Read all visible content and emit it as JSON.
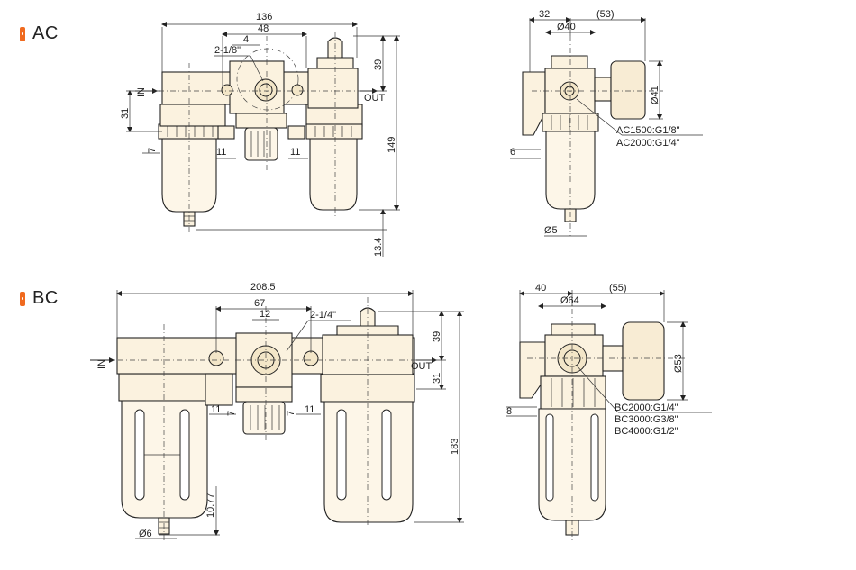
{
  "sections": [
    {
      "label": "AC"
    },
    {
      "label": "BC"
    }
  ],
  "ac_front": {
    "d_overall": "136",
    "d_mid": "48",
    "d_small": "4",
    "d_ports": "2-1/8\"",
    "d_top": "39",
    "d_in_height": "31",
    "d_total": "149",
    "d_seven": "7",
    "d_ll1": "11",
    "d_ll2": "11",
    "d_bottom": "13.4",
    "in_label": "IN",
    "out_label": "OUT"
  },
  "ac_side": {
    "d_left": "32",
    "d_right": "(53)",
    "d_dia": "Ø40",
    "d_gauge": "Ø41",
    "d_six": "6",
    "d_drain": "Ø5",
    "spec1": "AC1500:G1/8\"",
    "spec2": "AC2000:G1/4\""
  },
  "bc_front": {
    "d_overall": "208.5",
    "d_mid": "67",
    "d_small": "12",
    "d_ports": "2-1/4\"",
    "d_top": "39",
    "d_in_height": "31",
    "d_total": "183",
    "d_seven_l": "7",
    "d_seven_r": "7",
    "d_ll1": "11",
    "d_ll2": "11",
    "d_bottom": "10.77",
    "d_drain": "Ø6",
    "in_label": "IN",
    "out_label": "OUT"
  },
  "bc_side": {
    "d_left": "40",
    "d_right": "(55)",
    "d_dia": "Ø64",
    "d_gauge": "Ø53",
    "d_eight": "8",
    "spec1": "BC2000:G1/4\"",
    "spec2": "BC3000:G3/8\"",
    "spec3": "BC4000:G1/2\""
  }
}
